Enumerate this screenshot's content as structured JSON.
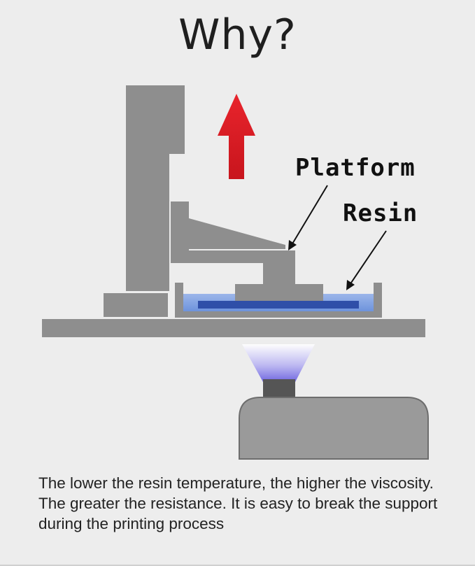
{
  "title": "Why?",
  "labels": {
    "platform": "Platform",
    "resin": "Resin"
  },
  "caption": "The lower the resin temperature, the higher the viscosity. The greater the resistance. It is easy to break the support during the printing process",
  "colors": {
    "background": "#ededed",
    "machine_gray": "#8e8e8e",
    "arrow_red": "#e8242c",
    "resin_light": "#7b9fe0",
    "resin_dark": "#2f4fa8",
    "light_beam": "#8a82e6"
  },
  "icons": {
    "lift_arrow": "arrow-up-icon"
  }
}
